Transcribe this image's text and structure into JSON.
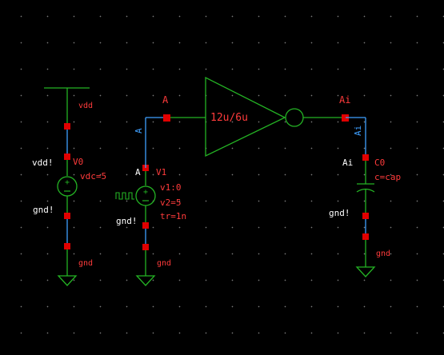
{
  "colors": {
    "background": "#000000",
    "wire": "#3fa0ff",
    "symbol": "#24b324",
    "label": "#ff3b3b",
    "net_label": "#ffffff",
    "pin": "#e00000"
  },
  "vdc_source": {
    "supply_label": "vdd",
    "top_net": "vdd!",
    "name": "V0",
    "param": "vdc=5",
    "bottom_net": "gnd!",
    "ground_label": "gnd"
  },
  "pulse_source": {
    "net_name": "A",
    "name": "V1",
    "params": [
      "v1:0",
      "v2=5",
      "tr=1n"
    ],
    "bottom_net": "gnd!",
    "ground_label": "gnd"
  },
  "inverter": {
    "size_label": "12u/6u",
    "input_net_label": "A",
    "input_wire_label": "A",
    "output_net_label": "Ai",
    "output_wire_label": "Ai"
  },
  "capacitor": {
    "top_net": "Ai",
    "name": "C0",
    "param": "c=cap",
    "bottom_net": "gnd!",
    "ground_label": "gnd"
  }
}
